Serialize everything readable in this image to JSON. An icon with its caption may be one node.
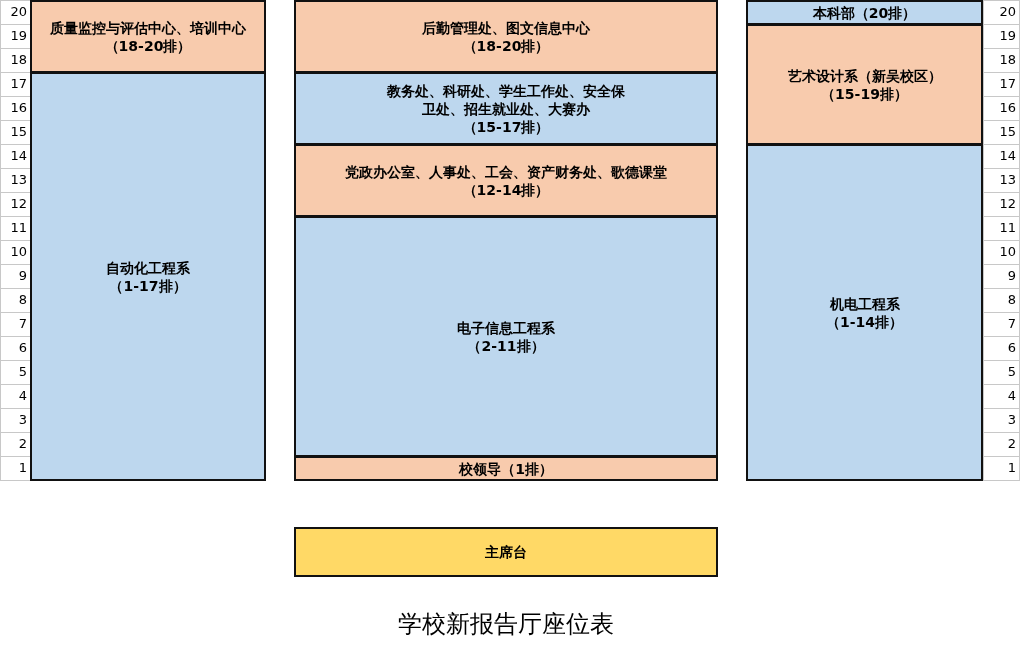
{
  "diagram": {
    "title": "学校新报告厅座位表",
    "nodes": [
      {
        "text": [
          "质量监控与评估中心、培训中心",
          "（18-20排）"
        ]
      },
      {
        "text": [
          "自动化工程系",
          "（1-17排）"
        ]
      },
      {
        "text": [
          "后勤管理处、图文信息中心",
          "（18-20排）"
        ]
      },
      {
        "text": [
          "教务处、科研处、学生工作处、安全保卫处、招生就业处、大赛办",
          "（15-17排）"
        ]
      },
      {
        "text": [
          "党政办公室、人事处、工会、资产财务处、歌德课堂",
          "（12-14排）"
        ]
      },
      {
        "text": [
          "电子信息工程系",
          "（2-11排）"
        ]
      },
      {
        "text": [
          "校领导（1排）"
        ]
      },
      {
        "text": [
          "本科部（20排）"
        ]
      },
      {
        "text": [
          "艺术设计系（新吴校区）",
          "（15-19排）"
        ]
      },
      {
        "text": [
          "机电工程系",
          "（1-14排）"
        ]
      },
      {
        "text": [
          "主席台"
        ]
      }
    ],
    "labels": [
      "20",
      "20",
      "19",
      "19",
      "18",
      "18",
      "17",
      "17",
      "16",
      "16",
      "15",
      "15",
      "14",
      "14",
      "13",
      "13",
      "12",
      "12",
      "11",
      "11",
      "10",
      "10",
      "9",
      "9",
      "8",
      "8",
      "7",
      "7",
      "6",
      "6",
      "5",
      "5",
      "4",
      "4",
      "3",
      "3",
      "2",
      "2",
      "1",
      "1"
    ]
  }
}
